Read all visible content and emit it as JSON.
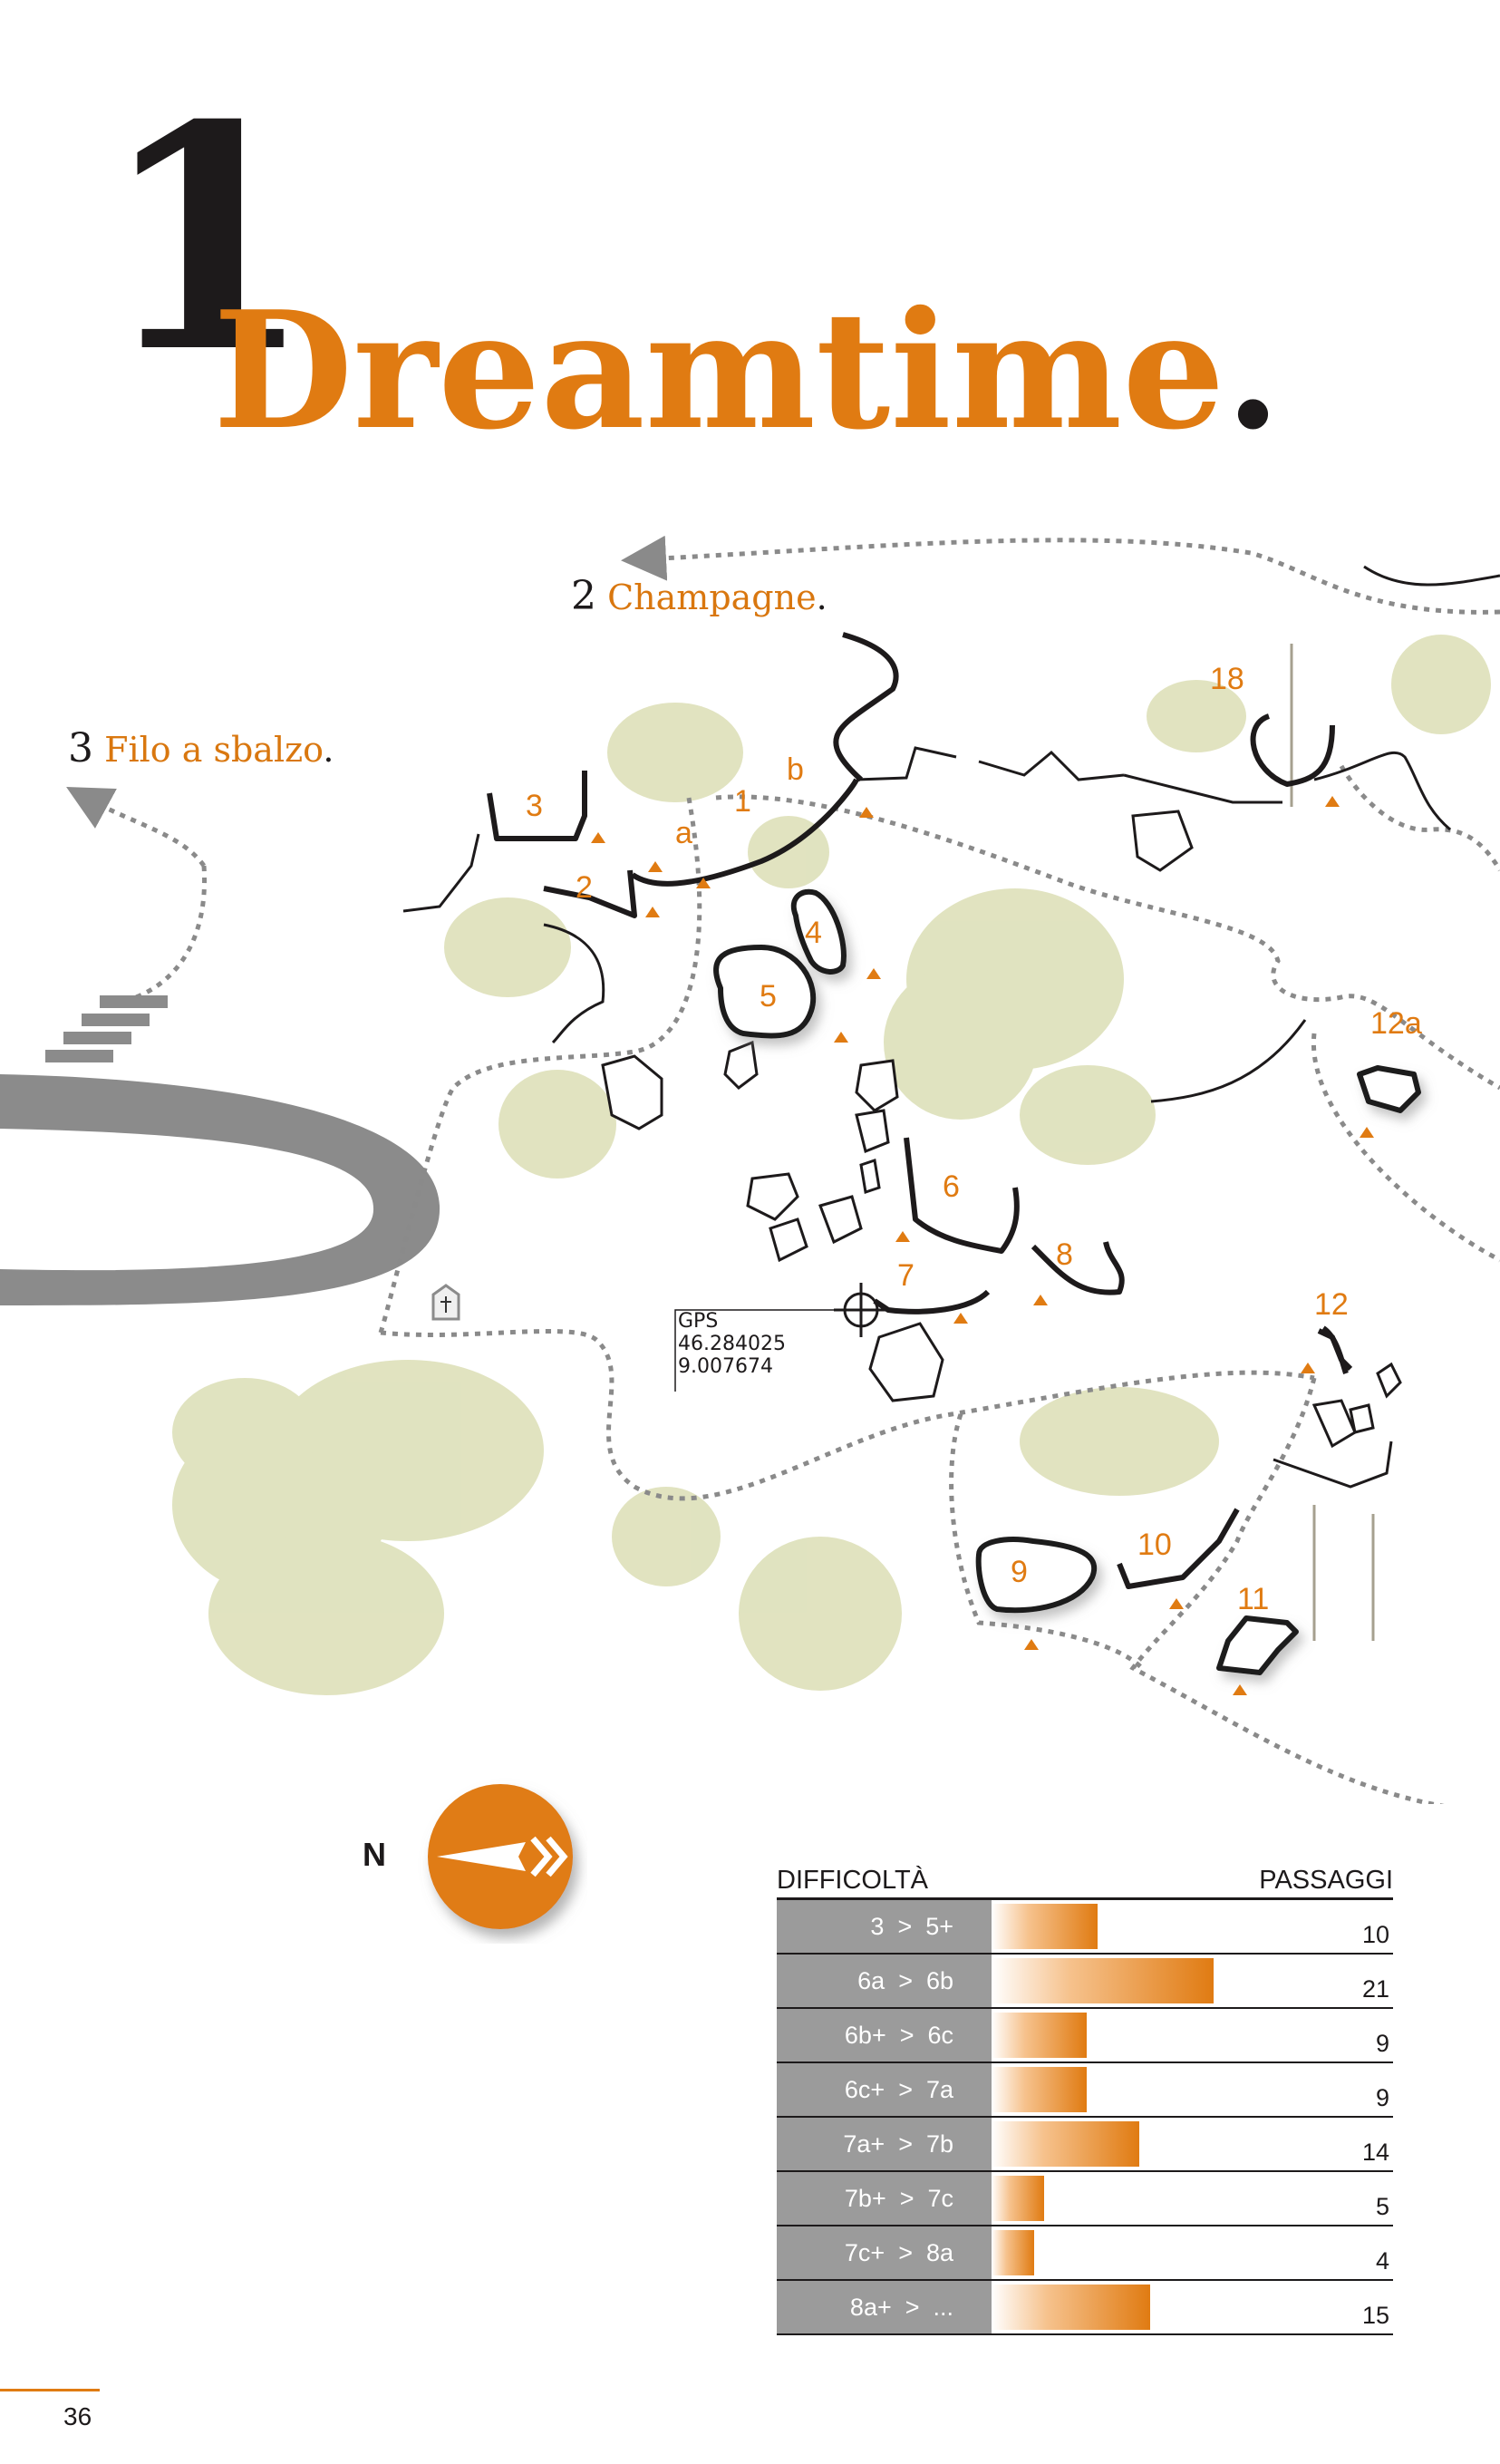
{
  "header": {
    "number": "1",
    "title": "Dreamtime",
    "title_dot": "."
  },
  "route_links": [
    {
      "number": "2",
      "name": "Champagne",
      "dot": "."
    },
    {
      "number": "3",
      "name": "Filo a sbalzo",
      "dot": "."
    }
  ],
  "sectors": [
    "1",
    "a",
    "b",
    "2",
    "3",
    "4",
    "5",
    "6",
    "7",
    "8",
    "9",
    "10",
    "11",
    "12",
    "12a",
    "18"
  ],
  "gps": {
    "label": "GPS",
    "lat": "46.284025",
    "lon": "9.007674"
  },
  "compass": {
    "label": "N"
  },
  "colors": {
    "accent": "#e07b12",
    "text": "#1d1a1b",
    "vegetation": "#dfe2bd",
    "road": "#8b8b8b",
    "path": "#8a8a8a"
  },
  "icons": {
    "shrine": "shrine-icon",
    "parking": "stairs-icon",
    "compass": "compass-arrow-icon"
  },
  "table": {
    "header_left": "DIFFICOLTÀ",
    "header_right": "PASSAGGI",
    "rows": [
      {
        "grade": "3  >  5+",
        "count": "10",
        "value": 10
      },
      {
        "grade": "6a  >  6b",
        "count": "21",
        "value": 21
      },
      {
        "grade": "6b+  >  6c",
        "count": "9",
        "value": 9
      },
      {
        "grade": "6c+  >  7a",
        "count": "9",
        "value": 9
      },
      {
        "grade": "7a+  >  7b",
        "count": "14",
        "value": 14
      },
      {
        "grade": "7b+  >  7c",
        "count": "5",
        "value": 5
      },
      {
        "grade": "7c+  >  8a",
        "count": "4",
        "value": 4
      },
      {
        "grade": "8a+  >  ...",
        "count": "15",
        "value": 15
      }
    ]
  },
  "page_number": "36"
}
